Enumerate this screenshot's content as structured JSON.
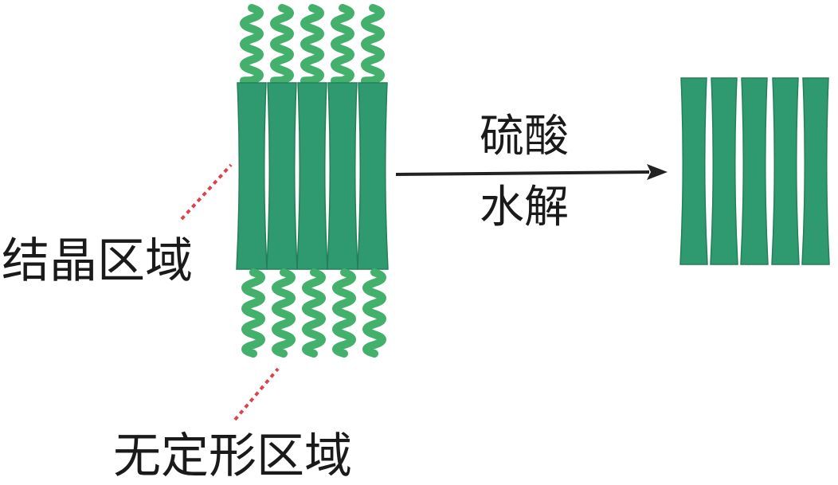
{
  "labels": {
    "crystalline_region": "结晶区域",
    "amorphous_region": "无定形区域",
    "reagent_top": "硫酸",
    "reagent_bottom": "水解"
  },
  "colors": {
    "fiber_green": "#2f9a6f",
    "coil_green": "#43b06c",
    "leader_red": "#e0404a",
    "arrow": "#222222",
    "text": "#1a1a1a"
  },
  "diagram": {
    "left_bundle_fiber_count": 5,
    "right_bundle_fiber_count": 5,
    "process": "crystalline + amorphous cellulose → crystalline nanocrystals after acid hydrolysis"
  }
}
